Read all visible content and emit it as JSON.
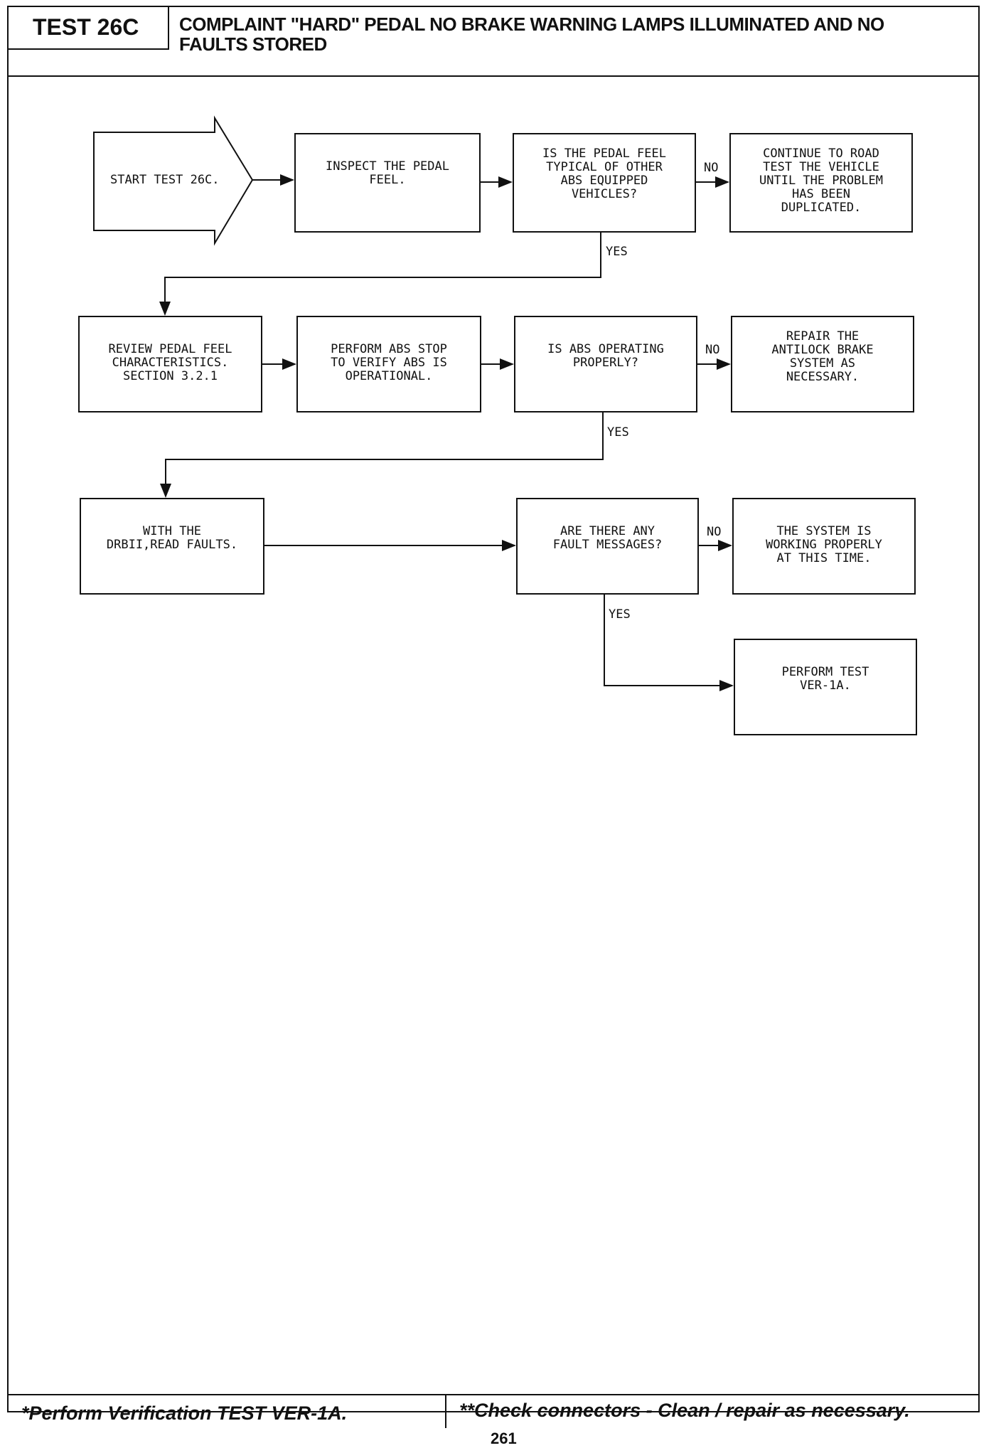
{
  "header": {
    "test_id": "TEST 26C",
    "title_line1": "COMPLAINT \"HARD\" PEDAL NO BRAKE WARNING LAMPS ILLUMINATED AND NO",
    "title_line2": "FAULTS STORED"
  },
  "nodes": {
    "start": "START TEST 26C.",
    "inspect": "INSPECT THE PEDAL\nFEEL.",
    "q_pedal": "IS THE PEDAL FEEL\nTYPICAL OF OTHER\nABS EQUIPPED\nVEHICLES?",
    "road_test": "CONTINUE TO ROAD\nTEST THE VEHICLE\nUNTIL THE PROBLEM\nHAS BEEN\nDUPLICATED.",
    "review": "REVIEW PEDAL FEEL\nCHARACTERISTICS.\nSECTION 3.2.1",
    "abs_stop": "PERFORM ABS STOP\nTO VERIFY ABS IS\nOPERATIONAL.",
    "q_abs": "IS ABS OPERATING\nPROPERLY?",
    "repair": "REPAIR THE\nANTILOCK BRAKE\nSYSTEM AS\nNECESSARY.",
    "read_faults": "WITH THE\nDRBII,READ FAULTS.",
    "q_faults": "ARE THERE ANY\nFAULT MESSAGES?",
    "working": "THE SYSTEM IS\nWORKING PROPERLY\nAT THIS TIME.",
    "ver1a": "PERFORM TEST\nVER-1A."
  },
  "edge_labels": {
    "no": "NO",
    "yes": "YES"
  },
  "footer": {
    "left": "*Perform Verification TEST VER-1A.",
    "right": "**Check connectors - Clean / repair as necessary.",
    "page": "261"
  }
}
